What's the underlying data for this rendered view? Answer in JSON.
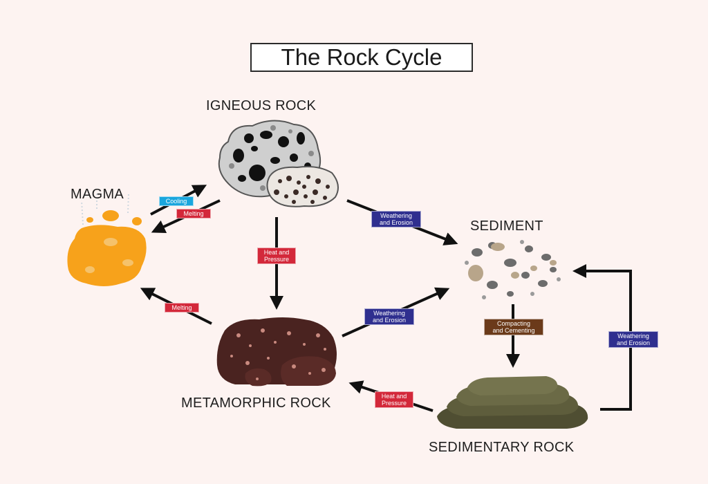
{
  "title": "The Rock Cycle",
  "nodes": {
    "igneous": "IGNEOUS ROCK",
    "magma": "MAGMA",
    "sediment": "SEDIMENT",
    "metamorphic": "METAMORPHIC ROCK",
    "sedimentary": "SEDIMENTARY ROCK"
  },
  "processes": {
    "cooling": "Cooling",
    "melting_top": "Melting",
    "heat_pressure_center_1": "Heat and",
    "heat_pressure_center_2": "Pressure",
    "weathering_top_1": "Weathering",
    "weathering_top_2": "and Erosion",
    "melting_bottom": "Melting",
    "weathering_mid_1": "Weathering",
    "weathering_mid_2": "and Erosion",
    "compacting_1": "Compacting",
    "compacting_2": "and Cementing",
    "weathering_right_1": "Weathering",
    "weathering_right_2": "and Erosion",
    "heat_pressure_bottom_1": "Heat and",
    "heat_pressure_bottom_2": "Pressure"
  },
  "colors": {
    "background": "#fdf3f1",
    "arrow": "#111111",
    "tag_cyan": "#1aa6dd",
    "tag_red": "#d3283a",
    "tag_navy": "#2f2f8f",
    "tag_brown": "#6b3a1a",
    "magma": "#f7a21b",
    "metamorphic": "#4a2320",
    "sedimentary": "#5e5d3c",
    "igneous_light": "#c7c7c7"
  }
}
